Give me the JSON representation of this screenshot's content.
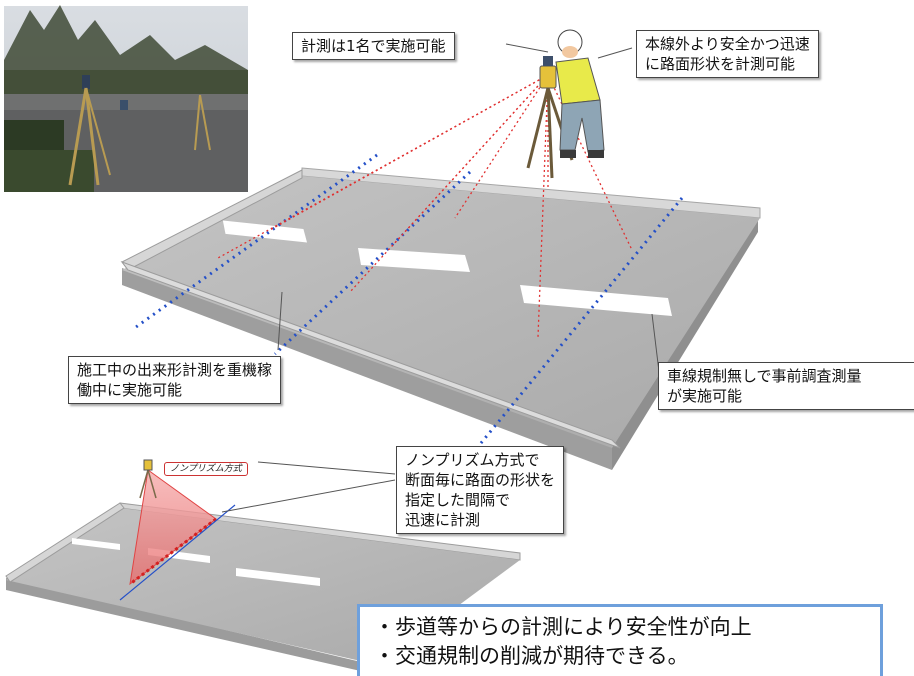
{
  "callouts": {
    "one_person": "計測は1名で実施可能",
    "outside_lane_1": "本線外より安全かつ迅速",
    "outside_lane_2": "に路面形状を計測可能",
    "during_construction_1": "施工中の出来形計測を重機稼",
    "during_construction_2": "働中に実施可能",
    "no_lane_closure_1": "車線規制無しで事前調査測量",
    "no_lane_closure_2": "が実施可能",
    "prismless_1": "ノンプリズム方式で",
    "prismless_2": "断面毎に路面の形状を",
    "prismless_3": "指定した間隔で",
    "prismless_4": "迅速に計測"
  },
  "method_tag": "ノンプリズム方式",
  "summary": {
    "line1": "・歩道等からの計測により安全性が向上",
    "line2": "・交通規制の削減が期待できる。"
  },
  "colors": {
    "road": "#b8b8b8",
    "curb": "#d6d6d6",
    "lane_marking": "#ffffff",
    "laser": "#e03030",
    "scan_line": "#2450c8",
    "scan_fan": "#f28b8b",
    "summary_border": "#6ea0dc"
  }
}
